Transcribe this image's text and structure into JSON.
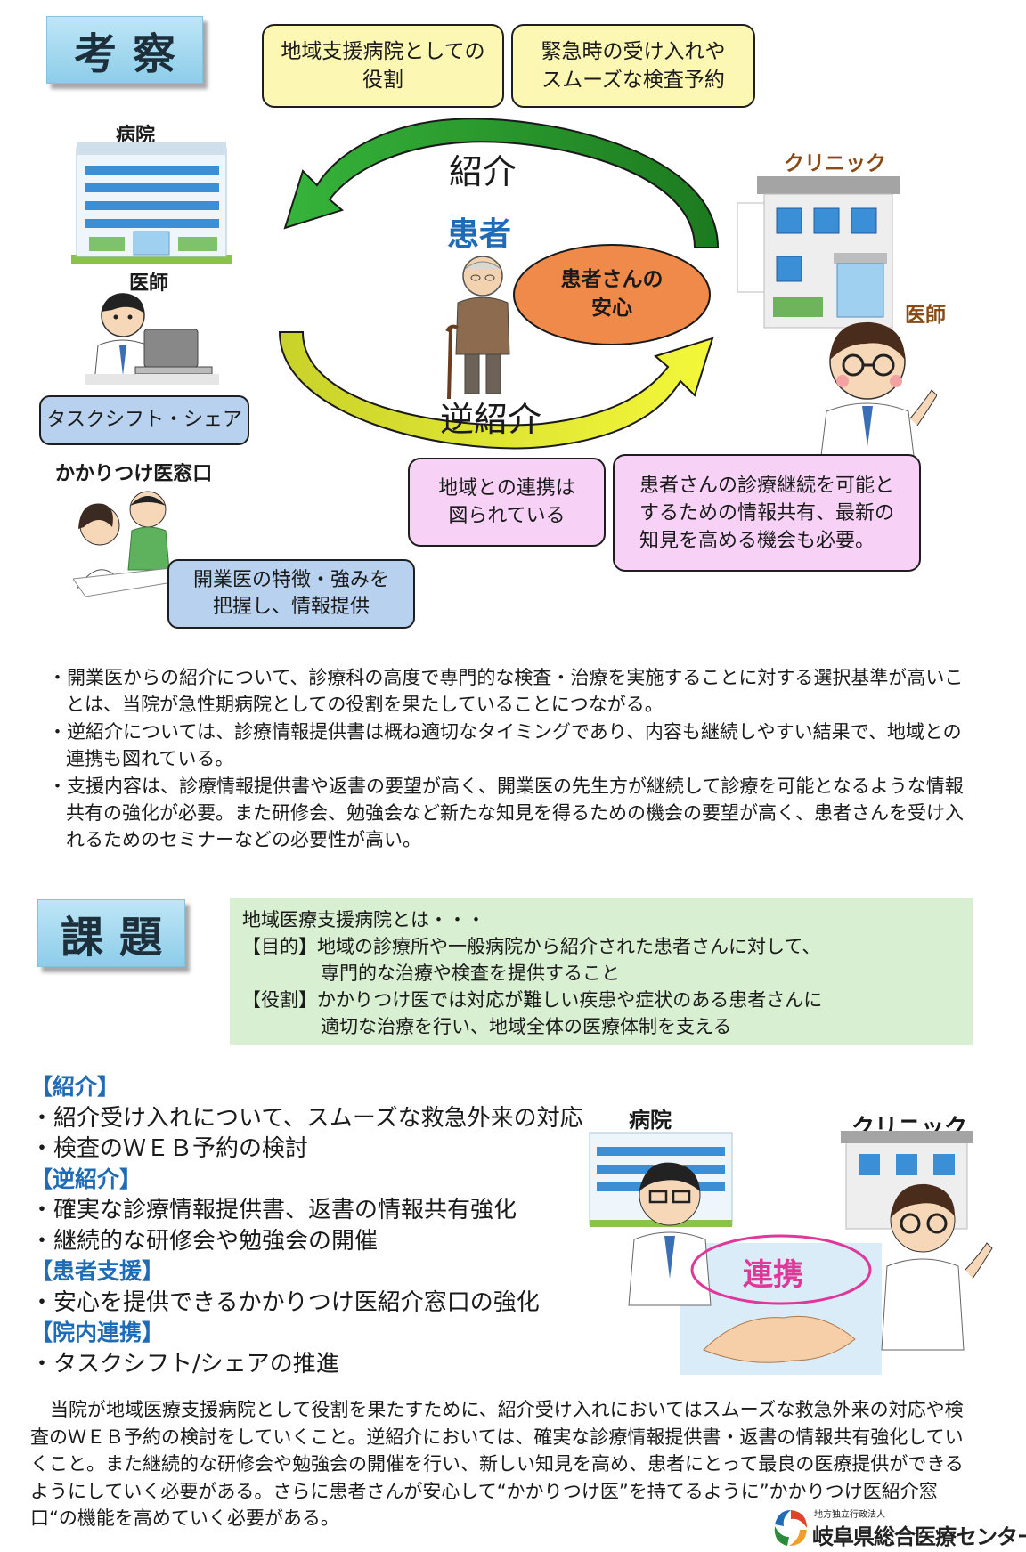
{
  "kousatsu": {
    "title": "考察",
    "yellow_box_1": "地域支援病院としての\n役割",
    "yellow_box_2": "緊急時の受け入れや\nスムーズな検査予約",
    "label_hospital": "病院",
    "label_doctor_left": "医師",
    "label_clinic": "クリニック",
    "label_doctor_right": "医師",
    "label_referral": "紹介",
    "label_reverse_referral": "逆紹介",
    "label_patient": "患者",
    "patient_relief": "患者さんの\n安心",
    "task_shift_box": "タスクシフト・シェア",
    "kakaritsuke_label": "かかりつけ医窓口",
    "kaigyoui_box": "開業医の特徴・強みを\n把握し、情報提供",
    "pink_box_1": "地域との連携は\n図られている",
    "pink_box_2": "患者さんの診療継続を可能と\nするための情報共有、最新の\n知見を高める機会も必要。"
  },
  "bullets": [
    "開業医からの紹介について、診療科の高度で専門的な検査・治療を実施することに対する選択基準が高いことは、当院が急性期病院としての役割を果たしていることにつながる。",
    "逆紹介については、診療情報提供書は概ね適切なタイミングであり、内容も継続しやすい結果で、地域との連携も図れている。",
    "支援内容は、診療情報提供書や返書の要望が高く、開業医の先生方が継続して診療を可能となるような情報共有の強化が必要。また研修会、勉強会など新たな知見を得るための機会の要望が高く、患者さんを受け入れるためのセミナーなどの必要性が高い。"
  ],
  "kadai": {
    "title": "課題",
    "definition": {
      "intro": "地域医療支援病院とは・・・",
      "purpose_1": "【目的】地域の診療所や一般病院から紹介された患者さんに対して、",
      "purpose_2": "専門的な治療や検査を提供すること",
      "role_1": "【役割】かかりつけ医では対応が難しい疾患や症状のある患者さんに",
      "role_2": "適切な治療を行い、地域全体の医療体制を支える"
    },
    "sections": [
      {
        "heading": "【紹介】",
        "items": [
          "紹介受け入れについて、スムーズな救急外来の対応",
          "検査のＷＥＢ予約の検討"
        ]
      },
      {
        "heading": "【逆紹介】",
        "items": [
          "確実な診療情報提供書、返書の情報共有強化",
          "継続的な研修会や勉強会の開催"
        ]
      },
      {
        "heading": "【患者支援】",
        "items": [
          "安心を提供できるかかりつけ医紹介窓口の強化"
        ]
      },
      {
        "heading": "【院内連携】",
        "items": [
          "タスクシフト/シェアの推進"
        ]
      }
    ],
    "label_hospital": "病院",
    "label_clinic": "クリニック",
    "renkei": "連携"
  },
  "closing": "当院が地域医療支援病院として役割を果たすために、紹介受け入れにおいてはスムーズな救急外来の対応や検査のＷＥＢ予約の検討をしていくこと。逆紹介においては、確実な診療情報提供書・返書の情報共有強化していくこと。また継続的な研修会や勉強会の開催を行い、新しい知見を高め、患者にとって最良の医療提供ができるようにしていく必要がある。さらに患者さんが安心して“かかりつけ医”を持てるように”かかりつけ医紹介窓口“の機能を高めていく必要がある。",
  "logo": {
    "small": "地方独立行政法人",
    "name": "岐阜県総合医療センター"
  },
  "colors": {
    "header_tile": "#8dcde9",
    "yellow_box": "#fdf7b4",
    "blue_box": "#b7d1ee",
    "pink_box": "#f8d2f6",
    "green_box": "#d9efd2",
    "arrow_green": "#2e9a2a",
    "arrow_yellow": "#e8ee2a",
    "patient_blue": "#1f6bb6",
    "relief_orange": "#f08a4b",
    "heading_blue": "#1f6bb6",
    "renkei_pink": "#e0389a"
  }
}
